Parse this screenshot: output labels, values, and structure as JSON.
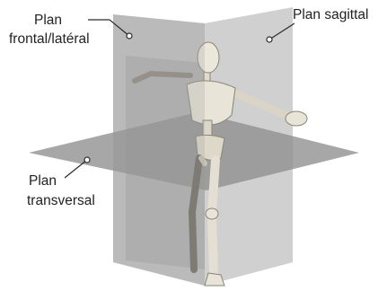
{
  "labels": {
    "frontal": [
      "Plan",
      "frontal/latéral"
    ],
    "sagittal": "Plan sagittal",
    "transverse": [
      "Plan",
      "transversal"
    ]
  },
  "colors": {
    "plane_frontal": "#9e9e9e",
    "plane_sagittal": "#c3c3c3",
    "plane_transverse": "#8f8f8f",
    "skeleton": "#e8e4d8",
    "skeleton_shadow": "#c9c3b4"
  }
}
